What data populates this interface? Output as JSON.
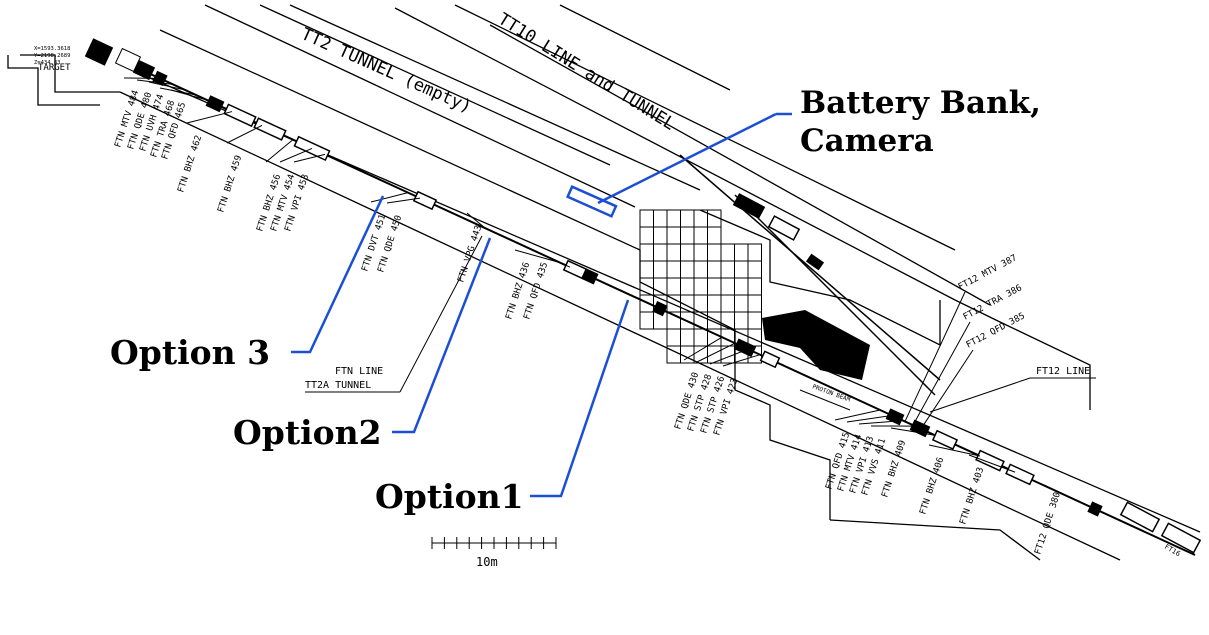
{
  "tunnel_labels": {
    "tt2_tunnel": "TT2 TUNNEL (empty)",
    "tt10_line": "TT10 LINE and TUNNEL",
    "target": "TARGET",
    "ftn_line": "FTN LINE",
    "tt2a_tunnel": "TT2A TUNNEL",
    "ft12_line": "FT12 LINE",
    "proton_beam": "PROTON BEAM",
    "ft16": "FT16"
  },
  "coord_block": [
    "X=1593.3618",
    "Y=2198.2689",
    "Z=434.83"
  ],
  "callouts": {
    "battery": [
      "Battery Bank,",
      "Camera"
    ],
    "option3": "Option 3",
    "option2": "Option2",
    "option1": "Option1"
  },
  "scale_label": "10m",
  "elements": [
    "FTN MTV 484",
    "FTN QDE 480",
    "FTN UVH 474",
    "FTN TRA 468",
    "FTN QFD 465",
    "FTN BHZ 462",
    "FTN BHZ 459",
    "FTN BHZ 456",
    "FTN MTV 454",
    "FTN VPI 453",
    "FTN DVT 451",
    "FTN QDE 450",
    "FTN VPG 443",
    "FTN BHZ 436",
    "FTN QFD 435",
    "FTN QDE 430",
    "FTN STP 428",
    "FTN STP 426",
    "FTN VPI 423",
    "FTN QFD 415",
    "FTN MTV 414",
    "FTN VPI 413",
    "FTN VVS 411",
    "FTN BHZ 409",
    "FTN BHZ 406",
    "FTN BHZ 403",
    "FT12 QDE 380"
  ],
  "ft12_elements": [
    "FT12 MTV 387",
    "FT12 TRA 386",
    "FT12 QFD 385"
  ],
  "colors": {
    "line": "#000000",
    "callout": "#1a4fd6",
    "background": "#ffffff"
  }
}
